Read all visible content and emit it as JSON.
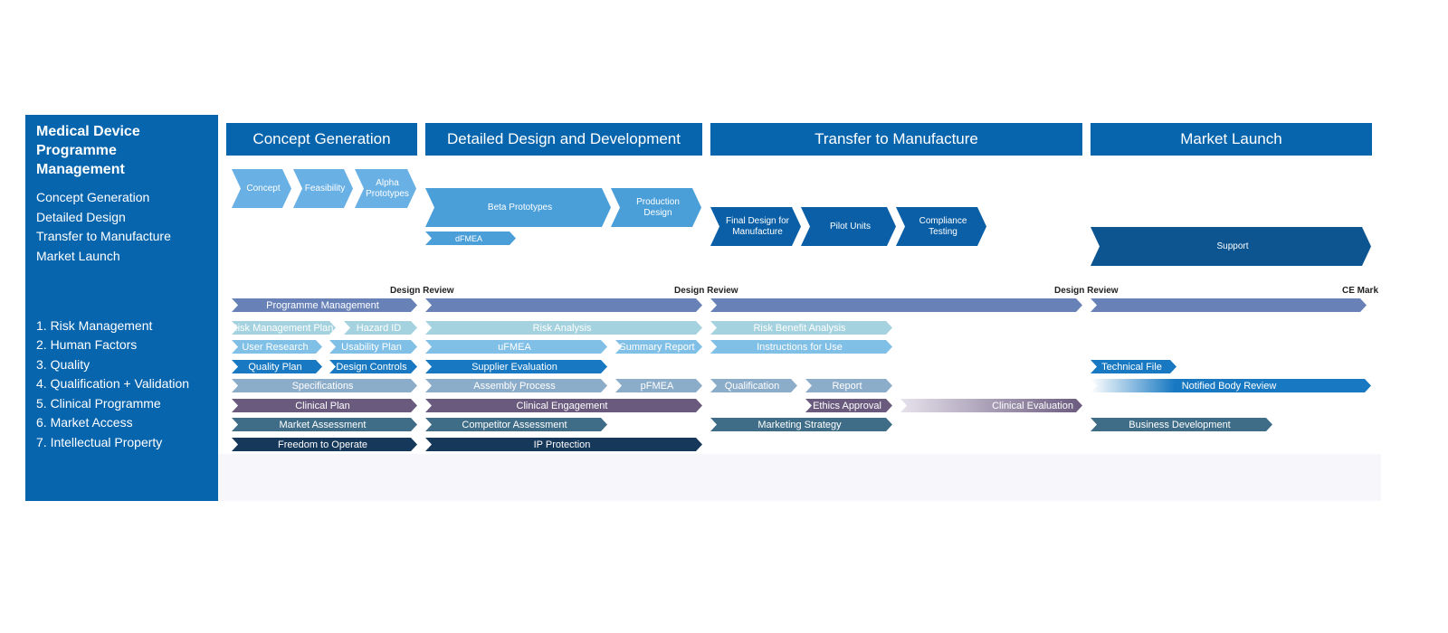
{
  "sidebar": {
    "title": "Medical Device Programme Management",
    "phases": [
      "Concept Generation",
      "Detailed Design",
      "Transfer to Manufacture",
      "Market Launch"
    ],
    "workstreams": [
      "1. Risk Management",
      "2. Human Factors",
      "3. Quality",
      "4. Qualification + Validation",
      "5. Clinical Programme",
      "6. Market Access",
      "7. Intellectual Property"
    ]
  },
  "phase_headers": [
    "Concept Generation",
    "Detailed Design and Development",
    "Transfer to Manufacture",
    "Market Launch"
  ],
  "stage_chevrons": {
    "concept": "Concept",
    "feasibility": "Feasibility",
    "alpha": "Alpha Prototypes",
    "beta": "Beta Prototypes",
    "dfmea": "dFMEA",
    "production_design": "Production Design",
    "final_design": "Final Design for Manufacture",
    "pilot_units": "Pilot Units",
    "compliance_testing": "Compliance Testing",
    "support": "Support"
  },
  "milestones": [
    "Design Review",
    "Design Review",
    "Design Review",
    "CE Mark"
  ],
  "tasks": {
    "programme_management": "Programme Management",
    "risk_management_plan": "Risk Management Plan",
    "hazard_id": "Hazard ID",
    "risk_analysis": "Risk Analysis",
    "risk_benefit_analysis": "Risk Benefit Analysis",
    "user_research": "User Research",
    "usability_plan": "Usability Plan",
    "ufmea": "uFMEA",
    "summary_report": "Summary Report",
    "instructions_for_use": "Instructions for Use",
    "quality_plan": "Quality Plan",
    "design_controls": "Design Controls",
    "supplier_evaluation": "Supplier Evaluation",
    "technical_file": "Technical File",
    "specifications": "Specifications",
    "assembly_process": "Assembly Process",
    "pfmea": "pFMEA",
    "qualification": "Qualification",
    "report": "Report",
    "notified_body_review": "Notified Body Review",
    "clinical_plan": "Clinical Plan",
    "clinical_engagement": "Clinical Engagement",
    "ethics_approval": "Ethics Approval",
    "clinical_evaluation": "Clinical Evaluation",
    "market_assessment": "Market Assessment",
    "competitor_assessment": "Competitor Assessment",
    "marketing_strategy": "Marketing Strategy",
    "business_development": "Business Development",
    "freedom_to_operate": "Freedom to Operate",
    "ip_protection": "IP Protection"
  },
  "colors": {
    "phase_blue": "#0765ae",
    "light_chevron": "#69b0e4",
    "mid_chevron": "#4a9fd9",
    "dark_chevron": "#0a5fa6",
    "support": "#0d5591",
    "programme": "#6882b8",
    "risk": "#a4d2de",
    "human_factors": "#80bfe6",
    "quality": "#1879c2",
    "qualification": "#8cadca",
    "clinical": "#6a5a7e",
    "market": "#3f6d88",
    "ip": "#16385a"
  }
}
